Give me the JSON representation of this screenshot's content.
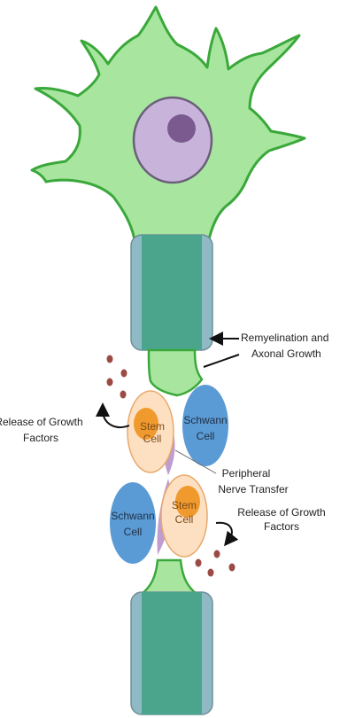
{
  "labels": {
    "remyelination_line1": "Remyelination and",
    "remyelination_line2": "Axonal Growth",
    "release_left_line1": "Release of Growth",
    "release_left_line2": "Factors",
    "release_right_line1": "Release of Growth",
    "release_right_line2": "Factors",
    "peripheral_line1": "Peripheral",
    "peripheral_line2": "Nerve Transfer",
    "stem_top_line1": "Stem",
    "stem_top_line2": "Cell",
    "schwann_top_line1": "Schwann",
    "schwann_top_line2": "Cell",
    "stem_bottom_line1": "Stem",
    "stem_bottom_line2": "Cell",
    "schwann_bottom_line1": "Schwann",
    "schwann_bottom_line2": "Cell"
  },
  "colors": {
    "neuron_fill": "#a8e6a0",
    "neuron_stroke": "#3aa83a",
    "nucleus_fill": "#c8b4da",
    "nucleus_stroke": "#6a5f78",
    "nucleolus_fill": "#7b5a8f",
    "myelin_outer": "#8fb9c4",
    "myelin_inner": "#4aa58c",
    "stem_fill": "#fde0c2",
    "stem_stroke": "#e9a86a",
    "stem_core": "#f09a2e",
    "schwann_fill": "#5b9bd5",
    "transfer_fill": "#b48cc8",
    "dots": "#9b4a44",
    "text": "#222222"
  }
}
